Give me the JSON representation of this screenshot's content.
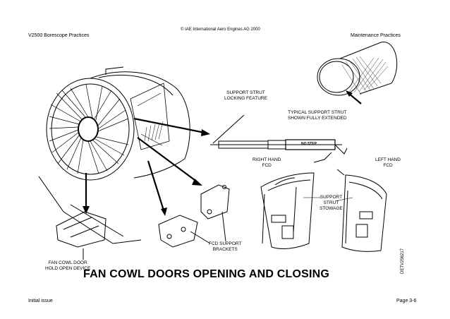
{
  "header": {
    "left": "V2500 Borescope Practices",
    "center": "© IAE International Aero Engines AG 2000",
    "right": "Maintenance Practices"
  },
  "labels": {
    "support_strut_locking": "SUPPORT STRUT\nLOCKING FEATURE",
    "typical_support_strut": "TYPICAL SUPPORT STRUT\nSHOWN FULLY EXTENDED",
    "no_step": "NO STEP",
    "right_hand_fcd": "RIGHT HAND\nFCD",
    "left_hand_fcd": "LEFT HAND\nFCD",
    "support_strut_stowage": "SUPPORT\nSTRUT\nSTOWAGE",
    "fcd_support_brackets": "FCD SUPPORT\nBRACKETS",
    "fan_cowl_hold_open": "FAN COWL DOOR\nHOLD OPEN DEVICE",
    "figure_code": "DETV256217"
  },
  "title": "FAN COWL DOORS OPENING AND CLOSING",
  "footer": {
    "left": "Initial issue",
    "right": "Page 3-6"
  }
}
